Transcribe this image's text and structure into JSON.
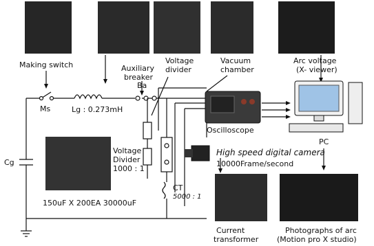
{
  "labels": {
    "making_switch": "Making switch",
    "auxiliary_breaker_1": "Auxiliary",
    "auxiliary_breaker_2": "breaker",
    "voltage_divider_top_1": "Voltage",
    "voltage_divider_top_2": "divider",
    "vacuum_chamber_1": "Vacuum",
    "vacuum_chamber_2": "chamber",
    "arc_voltage_1": "Arc voltage",
    "arc_voltage_2": "(X- viewer)",
    "ms": "Ms",
    "lg": "Lg : 0.273mH",
    "ba": "Ba",
    "oscilloscope": "Oscilloscope",
    "pc": "PC",
    "cg": "Cg",
    "voltage_divider_1": "Voltage",
    "voltage_divider_2": "Divider",
    "voltage_divider_ratio": "1000 : 1",
    "camera_1": "High speed digital camera",
    "camera_2": "10000Frame/second",
    "capacitor_bank": "150uF X 200EA 30000uF",
    "ct": "CT",
    "ct_ratio": "5000 : 1",
    "current_transformer_1": "Current",
    "current_transformer_2": "transformer",
    "photographs_1": "Photographs of arc",
    "photographs_2": "(Motion pro X studio)"
  }
}
